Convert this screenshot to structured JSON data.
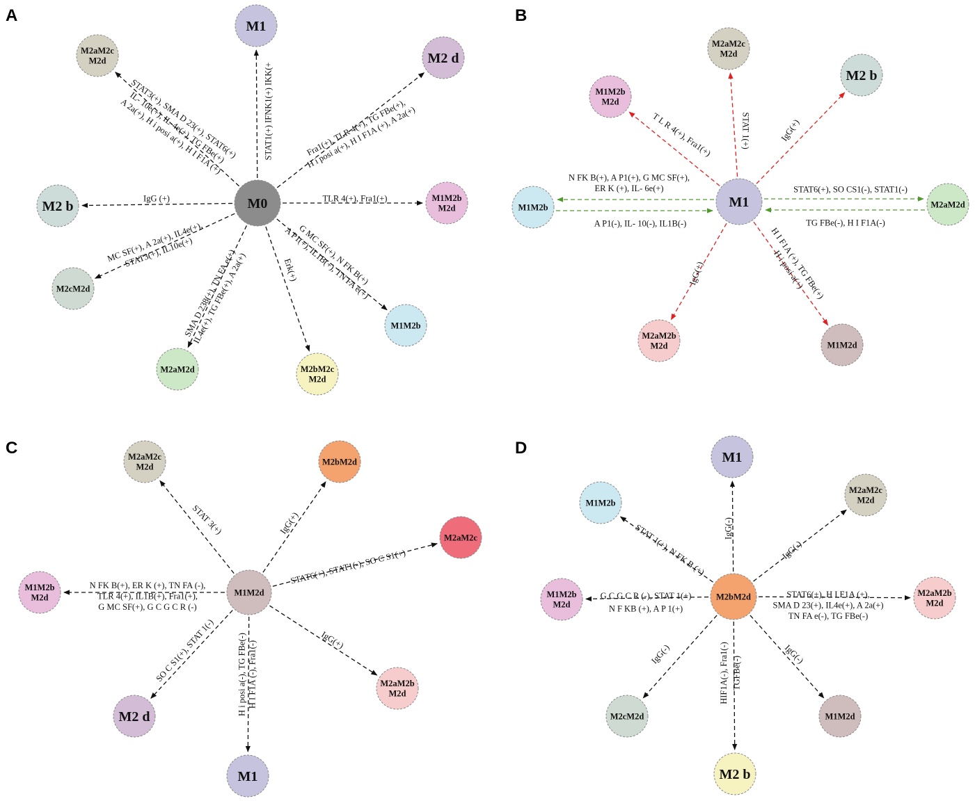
{
  "panels": [
    {
      "letter": "A",
      "nodes": {
        "m0": {
          "lines": [
            "M0"
          ],
          "color": "#8c8c8c"
        },
        "m1": {
          "lines": [
            "M1"
          ],
          "color": "#c5c3dd"
        },
        "m2d": {
          "lines": [
            "M2 d"
          ],
          "color": "#d3bcd6"
        },
        "m2am2cm2d": {
          "lines": [
            "M2aM2c",
            "M2d"
          ],
          "color": "#d5d1c2"
        },
        "m2b": {
          "lines": [
            "M2 b"
          ],
          "color": "#cddbd9"
        },
        "m1m2bm2d": {
          "lines": [
            "M1M2b",
            "M2d"
          ],
          "color": "#e8bedc"
        },
        "m2cm2d": {
          "lines": [
            "M2cM2d"
          ],
          "color": "#cedad2"
        },
        "m1m2b": {
          "lines": [
            "M1M2b"
          ],
          "color": "#cce8f1"
        },
        "m2am2d": {
          "lines": [
            "M2aM2d"
          ],
          "color": "#cde8c7"
        },
        "m2bm2cm2d": {
          "lines": [
            "M2bM2c",
            "M2d"
          ],
          "color": "#f6f3c0"
        }
      },
      "edges": [
        {
          "lines": [
            "STAT1(+) IFNK1(+) IKK(+"
          ]
        },
        {
          "lines": [
            "Fra1(+), TLR 4(+), TG FBe(+),",
            "H i posi a(+), H I F1A (+), A 2a(+)"
          ]
        },
        {
          "lines": [
            "STAT3(+), SMA D 23(+), STAT6(+)",
            "IL- 10e(+), IL-4e(+), TG FBe(+)",
            "A 2a(+), H i posi a(+), H I F1A (+)"
          ]
        },
        {
          "lines": [
            "IgG (+)"
          ]
        },
        {
          "lines": [
            "TLR 4(+), Fra1(+)"
          ]
        },
        {
          "lines": [
            "MC SF(+), A 2a(+), IL4e(+),",
            "STAT3(+), IL10e(+)"
          ]
        },
        {
          "lines": [
            "G MC SF(+), N FK B(+)",
            "A P1(+), IL1B(+), TN FA e(+)"
          ]
        },
        {
          "lines": [
            "SMA D 238(+), TN FA e(+)",
            "IL4e(+), TG FBe(+), A 2a(+)"
          ]
        },
        {
          "lines": [
            "Erk(+)"
          ]
        }
      ]
    },
    {
      "letter": "B",
      "nodes": {
        "m1": {
          "lines": [
            "M1"
          ],
          "color": "#c5c3dd"
        },
        "m2am2cm2d": {
          "lines": [
            "M2aM2c",
            "M2d"
          ],
          "color": "#d5d1c2"
        },
        "m2b": {
          "lines": [
            "M2 b"
          ],
          "color": "#cddbd9"
        },
        "m1m2bm2d": {
          "lines": [
            "M1M2b",
            "M2d"
          ],
          "color": "#e8bedc"
        },
        "m1m2b": {
          "lines": [
            "M1M2b"
          ],
          "color": "#cce8f1"
        },
        "m2am2d": {
          "lines": [
            "M2aM2d"
          ],
          "color": "#cde8c7"
        },
        "m2am2bm2d": {
          "lines": [
            "M2aM2b",
            "M2d"
          ],
          "color": "#f6cccc"
        },
        "m1m2d": {
          "lines": [
            "M1M2d"
          ],
          "color": "#cfbcbc"
        }
      },
      "edges": [
        {
          "lines": [
            "STAT 1(+)"
          ]
        },
        {
          "lines": [
            "T L R 4(+), Fra1(+)"
          ]
        },
        {
          "lines": [
            "IgG(+)"
          ]
        },
        {
          "lines": [
            "N FK B(+), A P1(+), G MC SF(+),",
            "ER K (+), IL- 6e(+)"
          ]
        },
        {
          "lines": [
            "A P1(-), IL- 10(-), IL1B(-)"
          ]
        },
        {
          "lines": [
            "STAT6(+), SO CS1(-), STAT1(-)"
          ]
        },
        {
          "lines": [
            "TG FBe(-), H I F1A(-)"
          ]
        },
        {
          "lines": [
            "IgG(+)"
          ]
        },
        {
          "lines": [
            "H I F1A (+), TG FBe(+)",
            "H i posi a(+)"
          ]
        }
      ]
    },
    {
      "letter": "C",
      "nodes": {
        "m1m2d": {
          "lines": [
            "M1M2d"
          ],
          "color": "#cfbcbc"
        },
        "m2am2cm2d": {
          "lines": [
            "M2aM2c",
            "M2d"
          ],
          "color": "#d5d1c2"
        },
        "m2bm2d": {
          "lines": [
            "M2bM2d"
          ],
          "color": "#f5a36e"
        },
        "m2am2c": {
          "lines": [
            "M2aM2c"
          ],
          "color": "#ef6c7a"
        },
        "m1m2bm2d": {
          "lines": [
            "M1M2b",
            "M2d"
          ],
          "color": "#e8bedc"
        },
        "m2d": {
          "lines": [
            "M2 d"
          ],
          "color": "#d3bcd6"
        },
        "m1": {
          "lines": [
            "M1"
          ],
          "color": "#c5c3dd"
        },
        "m2am2bm2d": {
          "lines": [
            "M2aM2b",
            "M2d"
          ],
          "color": "#f6cccc"
        }
      },
      "edges": [
        {
          "lines": [
            "STAT 3(+)"
          ]
        },
        {
          "lines": [
            "IgG(+)"
          ]
        },
        {
          "lines": [
            "STAT6(+), STAT1(-), SO C S1(+)"
          ]
        },
        {
          "lines": [
            "N FK B(+), ER K (+), TN FA (-),",
            "TLR 4(+), IL1B(+), Fra1(+),",
            "G MC SF(+), G C G C R (-)"
          ]
        },
        {
          "lines": [
            "SO C S1(+), STAT 1(-)"
          ]
        },
        {
          "lines": [
            "H i posi a(-), TG FBe(-)",
            "H I F1A (-), Fra1(-)"
          ]
        },
        {
          "lines": [
            "IgG(+)"
          ]
        }
      ]
    },
    {
      "letter": "D",
      "nodes": {
        "m2bm2d": {
          "lines": [
            "M2bM2d"
          ],
          "color": "#f5a36e"
        },
        "m1": {
          "lines": [
            "M1"
          ],
          "color": "#c5c3dd"
        },
        "m1m2b": {
          "lines": [
            "M1M2b"
          ],
          "color": "#cce8f1"
        },
        "m2am2cm2d": {
          "lines": [
            "M2aM2c",
            "M2d"
          ],
          "color": "#d5d1c2"
        },
        "m1m2bm2d": {
          "lines": [
            "M1M2b",
            "M2d"
          ],
          "color": "#e8bedc"
        },
        "m2am2bm2d": {
          "lines": [
            "M2aM2b",
            "M2d"
          ],
          "color": "#f6cccc"
        },
        "m2cm2d": {
          "lines": [
            "M2cM2d"
          ],
          "color": "#cedad2"
        },
        "m1m2d": {
          "lines": [
            "M1M2d"
          ],
          "color": "#cfbcbc"
        },
        "m2b": {
          "lines": [
            "M2 b"
          ],
          "color": "#f6f3c0"
        }
      },
      "edges": [
        {
          "lines": [
            "IgG(-)"
          ]
        },
        {
          "lines": [
            "STAT 1(+), N FK B (+)"
          ]
        },
        {
          "lines": [
            "IgG(-)"
          ]
        },
        {
          "lines": [
            "G C G C R (-), STAT 1(+)",
            "N F KB (+), A P 1(+)"
          ]
        },
        {
          "lines": [
            "STAT6(+), H I F1A (+),",
            "SMA D 23(+), IL4e(+), A 2a(+)",
            "TN FA e(-), TG FBe(-)"
          ]
        },
        {
          "lines": [
            "IgG(-)"
          ]
        },
        {
          "lines": [
            "IgG(-)"
          ]
        },
        {
          "lines": [
            "HIF1A(-), Fra1(-)",
            "TGFBe(-)"
          ]
        }
      ]
    }
  ],
  "colors": {
    "arrow_black": "#111111",
    "arrow_red": "#e02020",
    "arrow_green": "#4f9a2e",
    "node_border": "#8a8a8a"
  }
}
